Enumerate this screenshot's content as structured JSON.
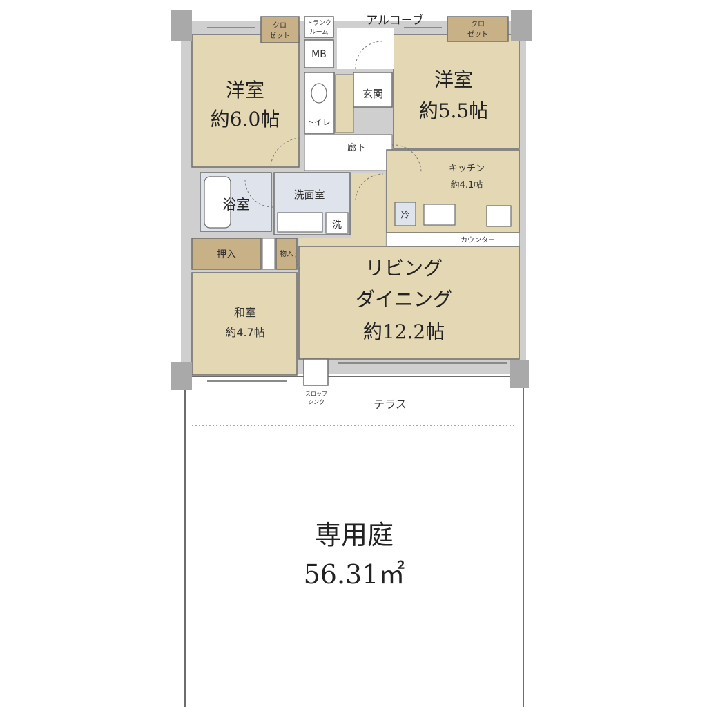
{
  "colors": {
    "room": "#e4d7b3",
    "wet": "#dfe3ec",
    "wall": "#c8c8c8",
    "pillar": "#a9a9a9",
    "closet": "#c8b087",
    "line": "#6d6d6d",
    "text": "#222222"
  },
  "rooms": {
    "western1": {
      "name": "洋室",
      "size": "約6.0帖"
    },
    "western2": {
      "name": "洋室",
      "size": "約5.5帖"
    },
    "bath": {
      "name": "浴室"
    },
    "washroom": {
      "name": "洗面室"
    },
    "toilet": {
      "name": "トイレ"
    },
    "entrance": {
      "name": "玄関"
    },
    "hallway": {
      "name": "廊下"
    },
    "kitchen": {
      "name": "キッチン",
      "size": "約4.1帖"
    },
    "living": {
      "line1": "リビング",
      "line2": "ダイニング",
      "size": "約12.2帖"
    },
    "japanese": {
      "name": "和室",
      "size": "約4.7帖"
    },
    "oshiire": {
      "name": "押入"
    },
    "storage": {
      "name": "物入"
    },
    "closet_left": {
      "line1": "クロ",
      "line2": "ゼット"
    },
    "closet_right": {
      "line1": "クロ",
      "line2": "ゼット"
    },
    "mb": {
      "name": "MB"
    },
    "alcove": {
      "name": "アルコーブ"
    },
    "trunk_room": {
      "line1": "トランク",
      "line2": "ルーム"
    },
    "counter": {
      "name": "カウンター"
    },
    "fridge": {
      "name": "冷"
    },
    "washer": {
      "name": "洗"
    },
    "slop_sink": {
      "line1": "スロップ",
      "line2": "シンク"
    },
    "terrace": {
      "name": "テラス"
    },
    "garden": {
      "name": "専用庭",
      "area": "56.31㎡"
    }
  }
}
